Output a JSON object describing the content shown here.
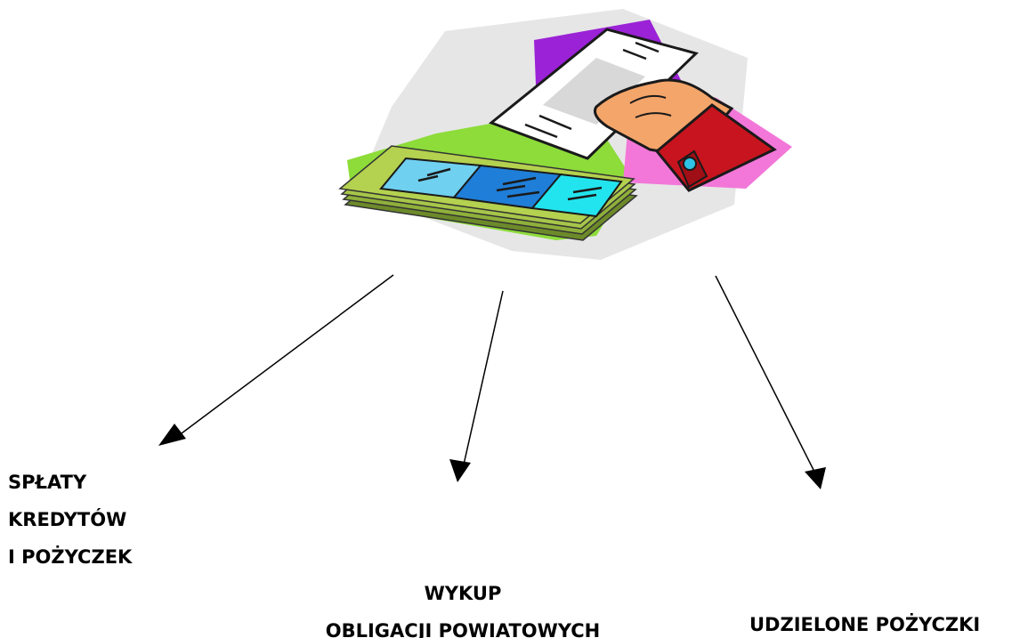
{
  "branches": [
    {
      "id": "left",
      "lines": [
        "SPŁATY",
        "KREDYTÓW",
        "I POŻYCZEK"
      ]
    },
    {
      "id": "middle",
      "lines": [
        "WYKUP",
        "OBLIGACJI POWIATOWYCH"
      ]
    },
    {
      "id": "right",
      "lines": [
        "UDZIELONE POŻYCZKI"
      ]
    }
  ],
  "colors": {
    "text": "#000000",
    "arrow": "#000000"
  },
  "illustration": {
    "icon": "document-payment-hand-icon"
  }
}
